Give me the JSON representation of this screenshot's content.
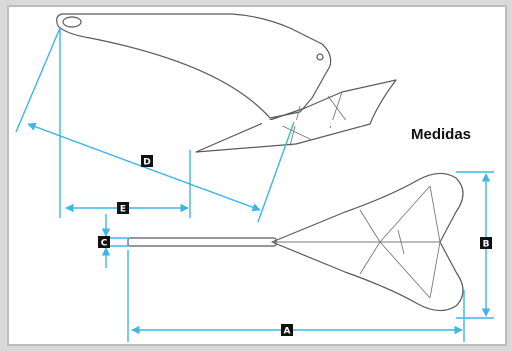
{
  "title": "Medidas",
  "dimension_labels": {
    "a": "A",
    "b": "B",
    "c": "C",
    "d": "D",
    "e": "E"
  },
  "colors": {
    "dimension_line": "#3bb6e6",
    "anchor_outline": "#5a5a5a",
    "label_bg": "#111111",
    "label_text": "#ffffff",
    "frame_border": "#bdbdbd"
  }
}
